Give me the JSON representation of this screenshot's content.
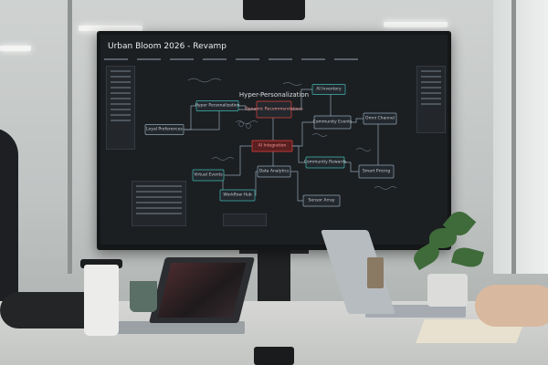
{
  "screen": {
    "title": "Urban Bloom 2026 - Revamp",
    "diagram_title": "Hyper-Personalization"
  },
  "nodes": [
    {
      "label": "Hyper Personalization"
    },
    {
      "label": "AI Inventory"
    },
    {
      "label": "Loyal Preferences"
    },
    {
      "label": "Dynamic Recommendations"
    },
    {
      "label": "Community Events"
    },
    {
      "label": "Omni Channel"
    },
    {
      "label": "AI Integration"
    },
    {
      "label": "Community Rewards"
    },
    {
      "label": "Virtual Events"
    },
    {
      "label": "Data Analytics"
    },
    {
      "label": "Smart Pricing"
    },
    {
      "label": "Workflow Hub"
    },
    {
      "label": "Sensor Array"
    }
  ],
  "colors": {
    "screen_bg": "#1c1f22",
    "node_stroke": "#8fa3b3",
    "accent_red": "#e2413b",
    "accent_teal": "#3fb6b0"
  },
  "icons": [
    "projector-icon",
    "coffee-cup-icon",
    "mug-icon",
    "plant-icon",
    "phone-icon"
  ]
}
